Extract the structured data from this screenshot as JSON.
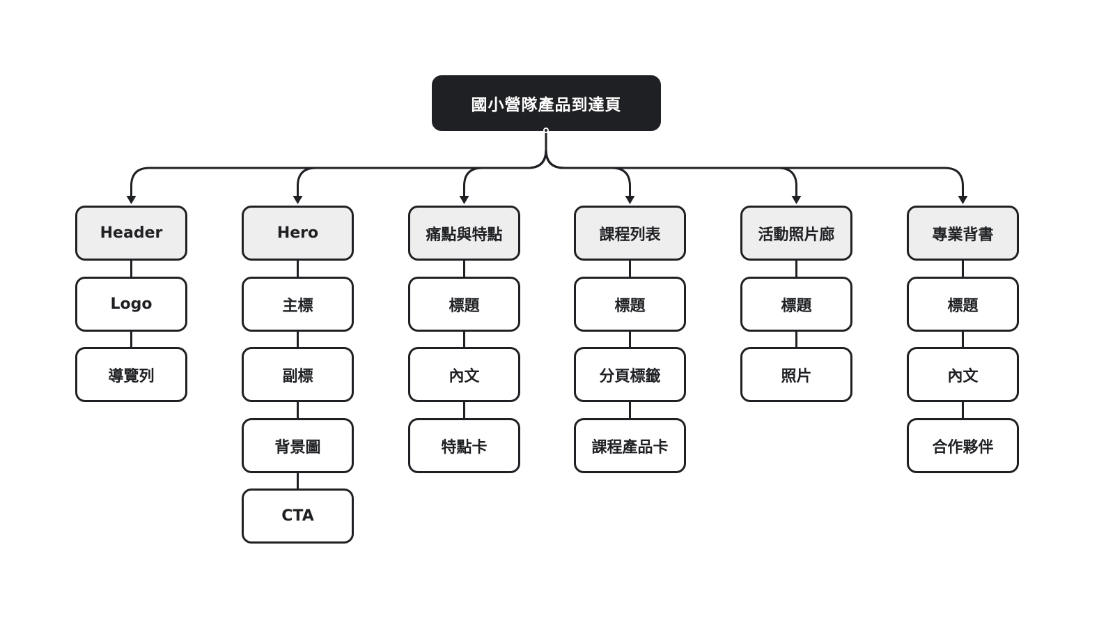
{
  "root": {
    "label": "國小營隊產品到達頁"
  },
  "sections": [
    {
      "label": "Header",
      "items": [
        "Logo",
        "導覽列"
      ]
    },
    {
      "label": "Hero",
      "items": [
        "主標",
        "副標",
        "背景圖",
        "CTA"
      ]
    },
    {
      "label": "痛點與特點",
      "items": [
        "標題",
        "內文",
        "特點卡"
      ]
    },
    {
      "label": "課程列表",
      "items": [
        "標題",
        "分頁標籤",
        "課程產品卡"
      ]
    },
    {
      "label": "活動照片廊",
      "items": [
        "標題",
        "照片"
      ]
    },
    {
      "label": "專業背書",
      "items": [
        "標題",
        "內文",
        "合作夥伴"
      ]
    }
  ],
  "colors": {
    "ink": "#1f2023",
    "section_fill": "#eeeeee",
    "item_fill": "#ffffff",
    "root_text": "#ffffff"
  }
}
